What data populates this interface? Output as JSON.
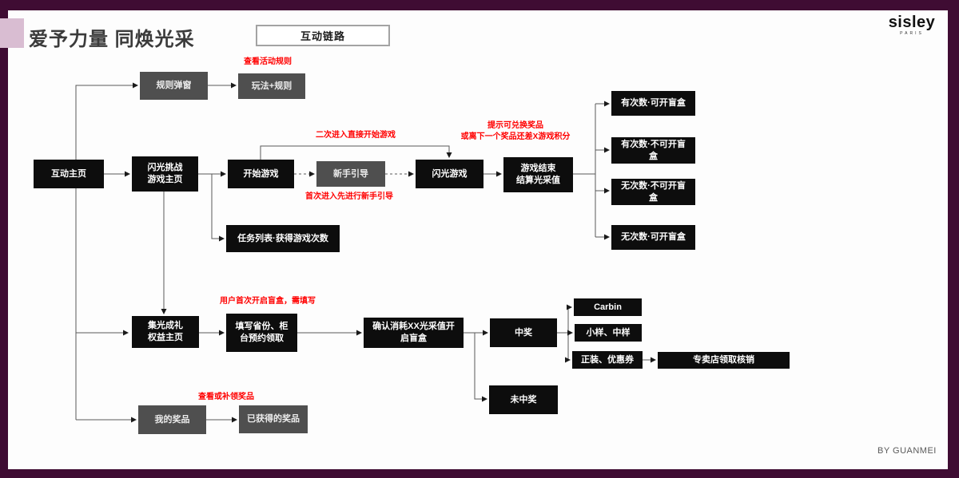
{
  "page": {
    "title": "爱予力量 同焕光采",
    "tag": "互动链路",
    "byline": "BY GUANMEI"
  },
  "brand": {
    "name": "sisley",
    "sub": "PARIS"
  },
  "nodes": {
    "home": "互动主页",
    "rule_modal": "规则弹窗",
    "play_rules": "玩法+规则",
    "challenge": "闪光挑战\n游戏主页",
    "start_game": "开始游戏",
    "tutorial": "新手引导",
    "flash_game": "闪光游戏",
    "game_end": "游戏结束\n结算光采值",
    "r1": "有次数·可开盲盒",
    "r2": "有次数·不可开盲\n盒",
    "r3": "无次数·不可开盲\n盒",
    "r4": "无次数·可开盲盒",
    "task_list": "任务列表·获得游戏次数",
    "collect": "集光成礼\n权益主页",
    "fill_form": "填写省份、柜\n台预约领取",
    "confirm": "确认消耗XX光采值开\n启盲盒",
    "win": "中奖",
    "lose": "未中奖",
    "carbin": "Carbin",
    "samples": "小样、中样",
    "formal": "正装、优惠券",
    "store": "专卖店领取核销",
    "my_prizes": "我的奖品",
    "got_prizes": "已获得的奖品"
  },
  "annotations": {
    "view_rules": "查看活动规则",
    "second_entry": "二次进入直接开始游戏",
    "first_entry": "首次进入先进行新手引导",
    "redeem_hint": "提示可兑换奖品\n或离下一个奖品还差X游戏积分",
    "first_open": "用户首次开启盲盒，需填写",
    "view_claim": "查看或补领奖品"
  },
  "colors": {
    "frame": "#3F0C33",
    "pink": "#D9BDD2",
    "red": "#FF0000",
    "nodeblack": "#0D0D0D",
    "nodegray": "#4F4F4F",
    "line": "#595959"
  }
}
